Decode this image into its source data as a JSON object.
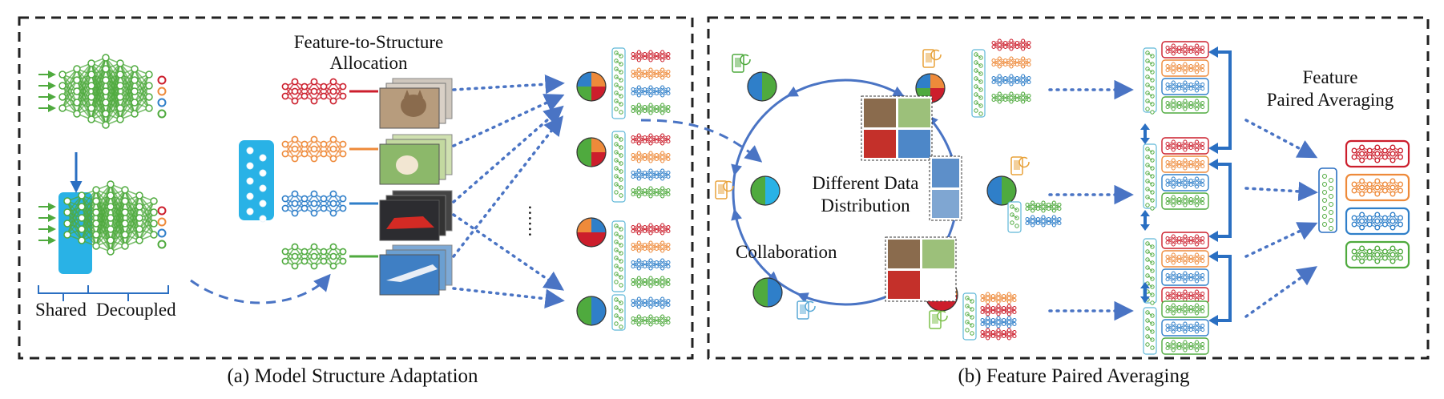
{
  "panel_a": {
    "caption": "(a) Model Structure Adaptation",
    "allocation_label_line1": "Feature-to-Structure",
    "allocation_label_line2": "Allocation",
    "shared_label": "Shared",
    "decoupled_label": "Decoupled",
    "ellipsis": "......"
  },
  "panel_b": {
    "caption": "(b) Feature Paired Averaging",
    "distribution_label_line1": "Different Data",
    "distribution_label_line2": "Distribution",
    "collaboration_label": "Collaboration",
    "fpa_label_line1": "Feature",
    "fpa_label_line2": "Paired Averaging"
  },
  "colors": {
    "red": "#cc1e2c",
    "orange": "#ee8a3a",
    "blue": "#2f7fc9",
    "green": "#4faa3e",
    "cyan": "#29b2e6",
    "arrow": "#4a74c4",
    "dash_border": "#222222"
  }
}
